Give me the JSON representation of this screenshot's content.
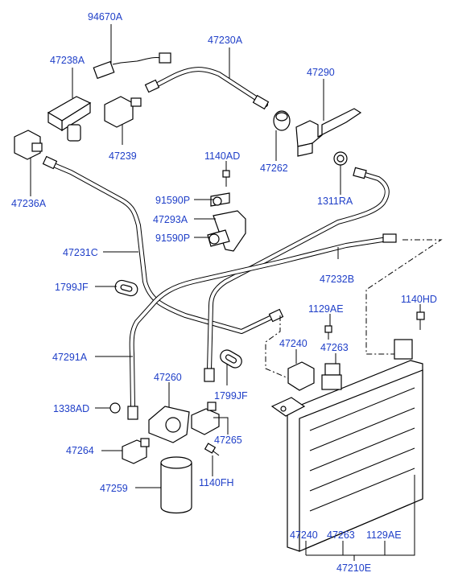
{
  "labels": {
    "p94670A": "94670A",
    "p47230A": "47230A",
    "p47238A": "47238A",
    "p47290": "47290",
    "p47239": "47239",
    "p47262": "47262",
    "p47236A": "47236A",
    "p1140AD": "1140AD",
    "p1311RA": "1311RA",
    "p91590P_a": "91590P",
    "p47293A": "47293A",
    "p91590P_b": "91590P",
    "p47231C": "47231C",
    "p47232B": "47232B",
    "p1799JF_a": "1799JF",
    "p1129AE_a": "1129AE",
    "p1140HD": "1140HD",
    "p47240_a": "47240",
    "p47263_a": "47263",
    "p47291A": "47291A",
    "p47260": "47260",
    "p1799JF_b": "1799JF",
    "p1338AD": "1338AD",
    "p47265": "47265",
    "p47264": "47264",
    "p1140FH": "1140FH",
    "p47259": "47259",
    "p47240_b": "47240",
    "p47263_b": "47263",
    "p1129AE_b": "1129AE",
    "p47210E": "47210E"
  },
  "colors": {
    "label": "#1f3fc8",
    "line": "#000000",
    "background": "#ffffff"
  }
}
